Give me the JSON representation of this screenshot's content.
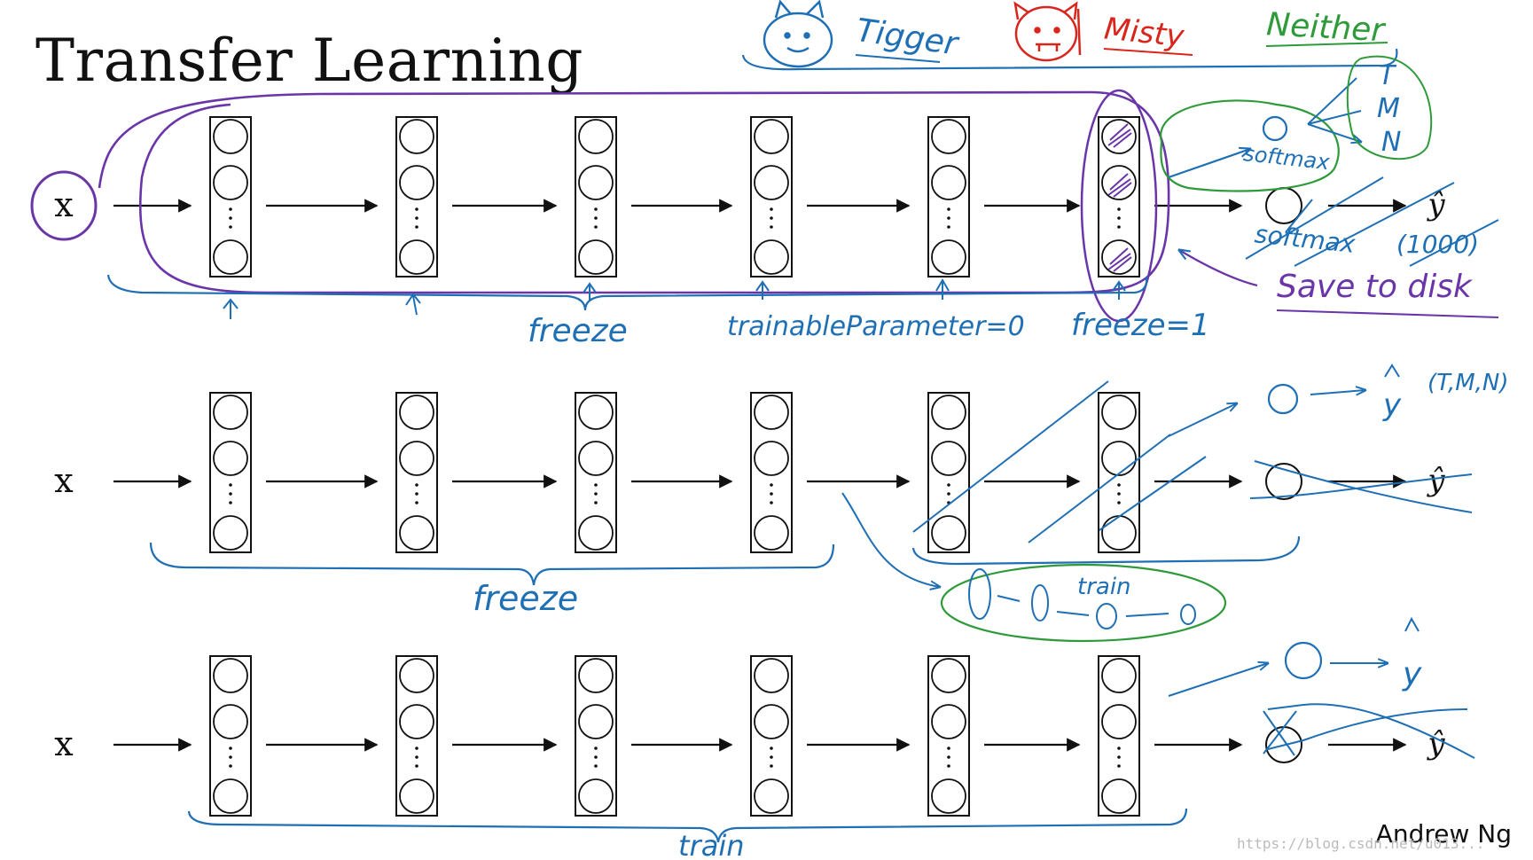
{
  "slide": {
    "title": "Transfer Learning",
    "author": "Andrew Ng",
    "watermark": "https://blog.csdn.net/u013..."
  },
  "input_label": "x",
  "output_label": "ŷ",
  "annotations": {
    "classes": [
      "Tigger",
      "Misty",
      "Neither"
    ],
    "class_colors": [
      "#1f6fb5",
      "#d9261c",
      "#2e9a3a"
    ],
    "row1_freeze": "freeze",
    "row1_trainable": "trainableParameter=0",
    "row1_freeze1": "freeze=1",
    "row1_softmax_new": "softmax",
    "row1_softmax_old": "softmax",
    "row1_old_count": "(1000)",
    "row1_tmn": [
      "T",
      "M",
      "N"
    ],
    "row1_save": "Save to disk",
    "row2_freeze": "freeze",
    "row2_train": "train",
    "row2_outputs": "(T,M,N)",
    "row3_train": "train"
  },
  "colors": {
    "ink": "#111111",
    "blue": "#1f6fb5",
    "purple": "#6a35a8",
    "green": "#2e9a3a",
    "red": "#d9261c"
  }
}
